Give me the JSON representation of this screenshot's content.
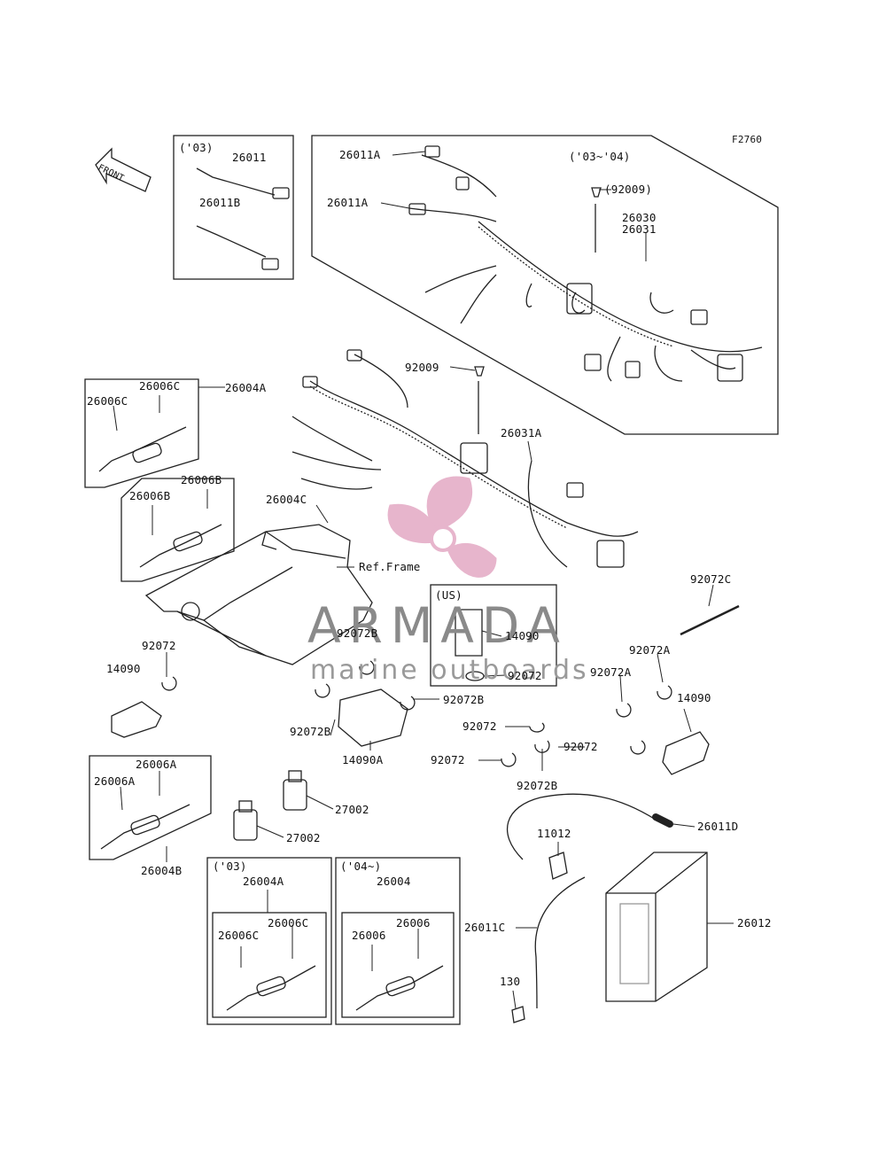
{
  "figure_code": "F2760",
  "front_arrow_label": "FRONT",
  "ref_frame_label": "Ref.Frame",
  "watermark": {
    "brand": "ARMADA",
    "tagline": "marine outboards",
    "logo_color": "#e3a9c4"
  },
  "groups": {
    "y03_top": "('03)",
    "y03_04": "('03~'04)",
    "us": "(US)",
    "y03_bottom": "('03)",
    "y04_on": "('04~)"
  },
  "parts": {
    "p26011": "26011",
    "p26011B": "26011B",
    "p26011A_1": "26011A",
    "p26011A_2": "26011A",
    "p92009_paren": "(92009)",
    "p26030": "26030",
    "p26031": "26031",
    "p92009": "92009",
    "p26006C_1": "26006C",
    "p26006C_2": "26006C",
    "p26004A_1": "26004A",
    "p26031A": "26031A",
    "p26006B_1": "26006B",
    "p26006B_2": "26006B",
    "p26004C": "26004C",
    "p92072C": "92072C",
    "p14090_us": "14090",
    "p92072_us": "92072",
    "p92072B_1": "92072B",
    "p92072_1": "92072",
    "p14090_1": "14090",
    "p92072A_1": "92072A",
    "p92072A_2": "92072A",
    "p14090_2": "14090",
    "p92072B_2": "92072B",
    "p92072B_3": "92072B",
    "p14090A": "14090A",
    "p92072_2": "92072",
    "p92072_3": "92072",
    "p92072_4": "92072",
    "p92072B_4": "92072B",
    "p26006A_1": "26006A",
    "p26006A_2": "26006A",
    "p26004B": "26004B",
    "p27002_1": "27002",
    "p27002_2": "27002",
    "p26011D": "26011D",
    "p11012": "11012",
    "p26004A_2": "26004A",
    "p26006C_3": "26006C",
    "p26006C_4": "26006C",
    "p26004": "26004",
    "p26006_1": "26006",
    "p26006_2": "26006",
    "p26011C": "26011C",
    "p26012": "26012",
    "p130": "130"
  }
}
